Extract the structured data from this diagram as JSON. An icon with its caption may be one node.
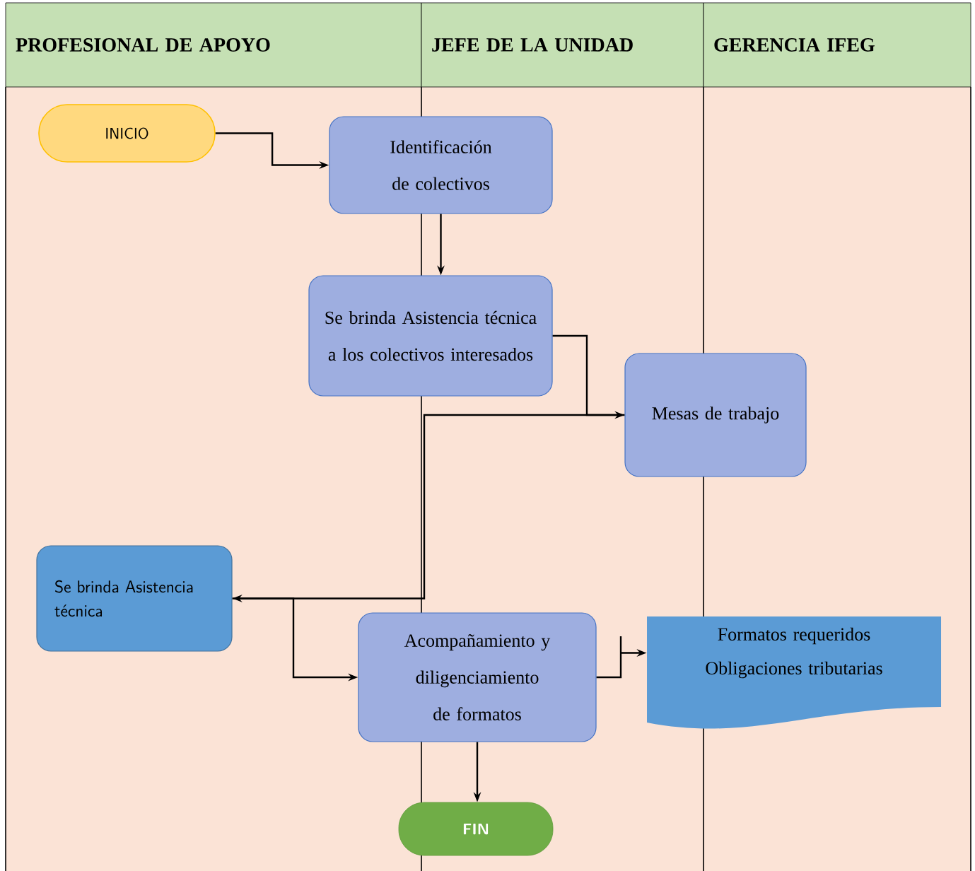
{
  "diagram": {
    "nodes": [
      {
        "text": [
          "PROFESIONAL DE APOYO"
        ]
      },
      {
        "text": [
          "JEFE DE LA UNIDAD"
        ]
      },
      {
        "text": [
          "GERENCIA IFEG"
        ]
      },
      {
        "text": [
          "INICIO"
        ]
      },
      {
        "text": [
          "Identificación de colectivos"
        ]
      },
      {
        "text": [
          "Se brinda Asistencia técnica a los colectivos interesados"
        ]
      },
      {
        "text": [
          "Mesas de trabajo"
        ]
      },
      {
        "text": [
          "Se brinda Asistencia técnica"
        ]
      },
      {
        "text": [
          "Acompañamiento y diligenciamiento de formatos"
        ]
      },
      {
        "text": [
          "Formatos requeridos Obligaciones tributarias"
        ]
      },
      {
        "text": [
          "FIN"
        ]
      }
    ],
    "edges": [
      {
        "from": 3,
        "to": 4,
        "arrow": "to"
      },
      {
        "from": 4,
        "to": 5,
        "arrow": "to"
      },
      {
        "from": 5,
        "to": 6,
        "arrow": "to"
      },
      {
        "from": 6,
        "to": 7,
        "arrow": "to"
      },
      {
        "from": 7,
        "to": 8,
        "arrow": "to"
      },
      {
        "from": 8,
        "to": 9,
        "arrow": "to"
      },
      {
        "from": 8,
        "to": 10,
        "arrow": "to"
      }
    ]
  }
}
